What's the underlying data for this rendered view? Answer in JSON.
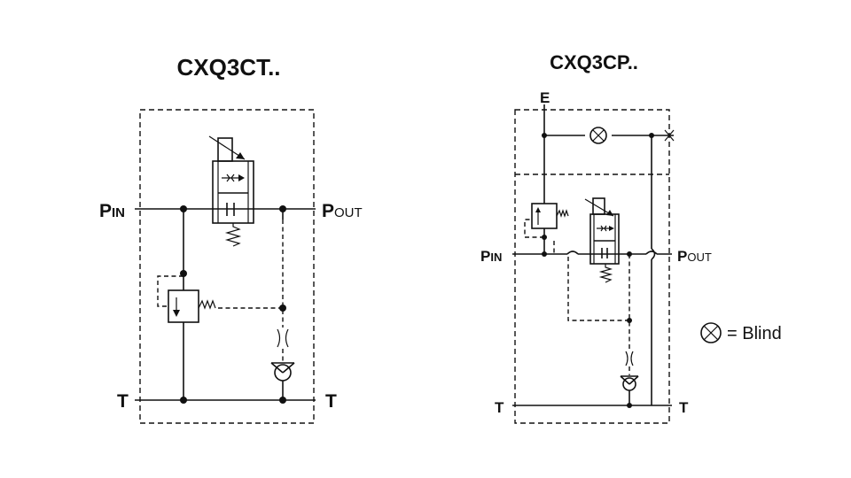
{
  "diagram_left": {
    "title": "CXQ3CT..",
    "ports": {
      "p_in_letter": "P",
      "p_in_sub": "IN",
      "p_out_letter": "P",
      "p_out_sub": "OUT",
      "t_left": "T",
      "t_right": "T"
    }
  },
  "diagram_right": {
    "title": "CXQ3CP..",
    "ports": {
      "e": "E",
      "p_in_letter": "P",
      "p_in_sub": "IN",
      "p_out_letter": "P",
      "p_out_sub": "OUT",
      "t_left": "T",
      "t_right": "T"
    }
  },
  "legend": {
    "icon": "blind-plug-icon",
    "text": "= Blind"
  }
}
